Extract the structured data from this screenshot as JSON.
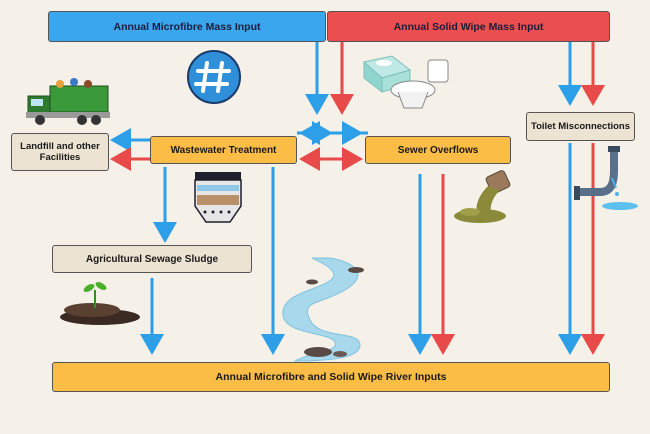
{
  "nodes": {
    "microfibre_input": "Annual Microfibre Mass Input",
    "wipe_input": "Annual Solid Wipe Mass Input",
    "landfill": "Landfill and other Facilities",
    "wastewater": "Wastewater Treatment",
    "sewer": "Sewer Overflows",
    "toilet": "Toilet Misconnections",
    "sludge": "Agricultural Sewage Sludge",
    "river": "Annual Microfibre and Solid Wipe River Inputs"
  },
  "colors": {
    "microfibre_flow": "#2d9fe8",
    "wipe_flow": "#e84a4a",
    "blue_box": "#3aa6ee",
    "red_box": "#ea4e4e",
    "orange_box": "#fbbd45",
    "beige_box": "#ece3d2",
    "background": "#f5f0e8"
  },
  "icons": [
    "microfibre-hashtag-icon",
    "garbage-truck-icon",
    "wipes-and-toilet-icon",
    "filter-tank-icon",
    "outfall-pipe-icon",
    "leaking-pipe-icon",
    "soil-sprout-icon",
    "river-icon"
  ]
}
